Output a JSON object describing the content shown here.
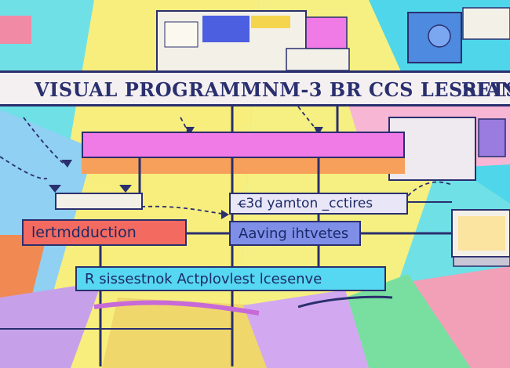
{
  "diagram": {
    "title": "VISUAL PROGRAMMNM-3 BR CCS LESSETS",
    "title_tail": "RIAN",
    "nodes": {
      "top_right": "c̶3d yamton _cctires",
      "mid_right": "Aaving ihtvetes",
      "left": "lertmdduction",
      "bottom": "R sissestnok   Actplovlest   lcesenve"
    }
  },
  "colors": {
    "background": "#6fe0e6",
    "title_band": "#f4f0f2",
    "ink": "#2a2f6e",
    "pink_bar": "#f07ae6",
    "left_node": "#f26a60",
    "right_node": "#7f8fe8",
    "bottom_node": "#57d8f2",
    "top_right_node": "#e9e6f7"
  }
}
